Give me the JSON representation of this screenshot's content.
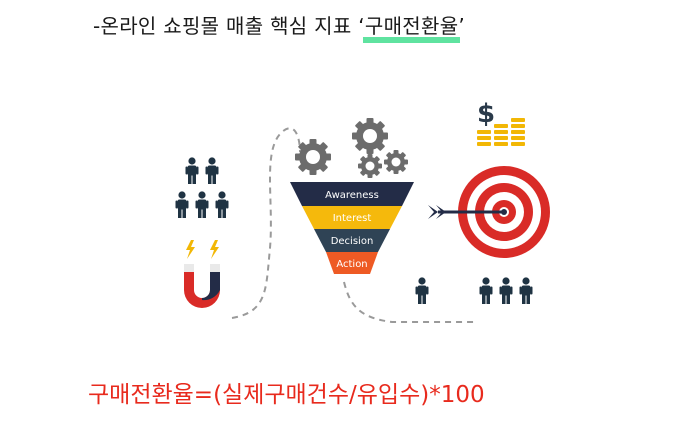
{
  "heading": {
    "prefix": "-온라인 쇼핑몰 매출 핵심 지표 ",
    "open_quote": "‘",
    "highlight": "구매전환율",
    "close_quote": "’"
  },
  "funnel": {
    "stages": [
      "Awareness",
      "Interest",
      "Decision",
      "Action"
    ]
  },
  "formula": "구매전환율=(실제구매건수/유입수)*100",
  "colors": {
    "navy": "#232c47",
    "yellow": "#f5b90c",
    "slate": "#2f4355",
    "orange": "#ee5a24",
    "red": "#d92b27",
    "gear": "#6c6c6c",
    "person": "#1f3343",
    "coin": "#f2b705",
    "highlight": "#5fe3a0",
    "formula_text": "#e82a1d"
  }
}
